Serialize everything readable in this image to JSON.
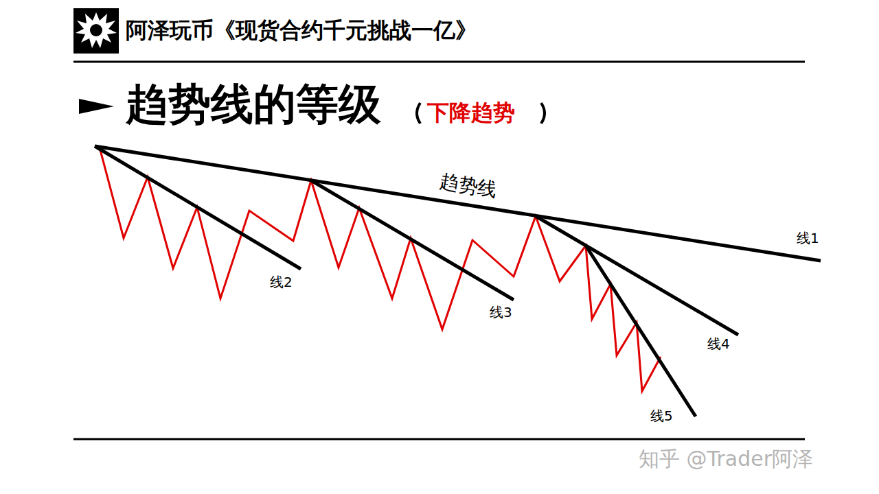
{
  "diagram": {
    "title": "趋势线的等级",
    "labels": [
      "阿泽玩币《现货合约千元挑战一亿》",
      "下降趋势",
      "趋势线",
      "线1",
      "线2",
      "线3",
      "线4",
      "线5",
      "知乎 @Trader阿泽"
    ]
  }
}
